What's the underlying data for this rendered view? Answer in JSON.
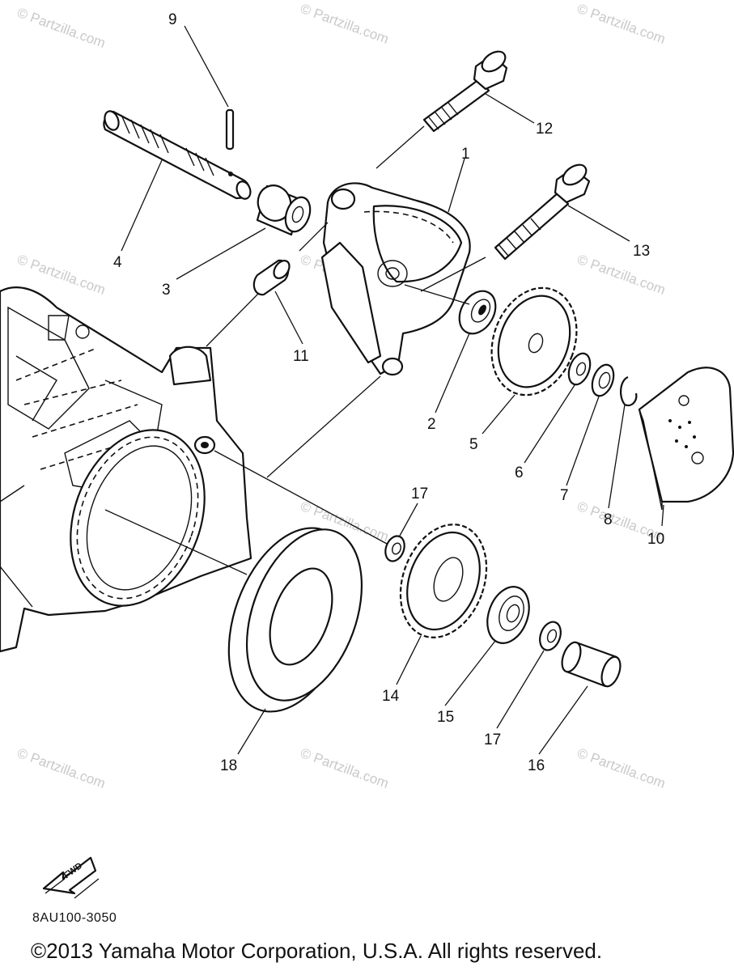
{
  "watermark": "© Partzilla.com",
  "diagram_code": "8AU100-3050",
  "copyright": "©2013 Yamaha Motor Corporation, U.S.A. All rights reserved.",
  "fwd_label": "FWD",
  "callouts": {
    "c1": "1",
    "c2": "2",
    "c3": "3",
    "c4": "4",
    "c5": "5",
    "c6": "6",
    "c7": "7",
    "c8": "8",
    "c9": "9",
    "c10": "10",
    "c11": "11",
    "c12": "12",
    "c13": "13",
    "c14": "14",
    "c15": "15",
    "c16": "16",
    "c17a": "17",
    "c17b": "17",
    "c18": "18"
  }
}
